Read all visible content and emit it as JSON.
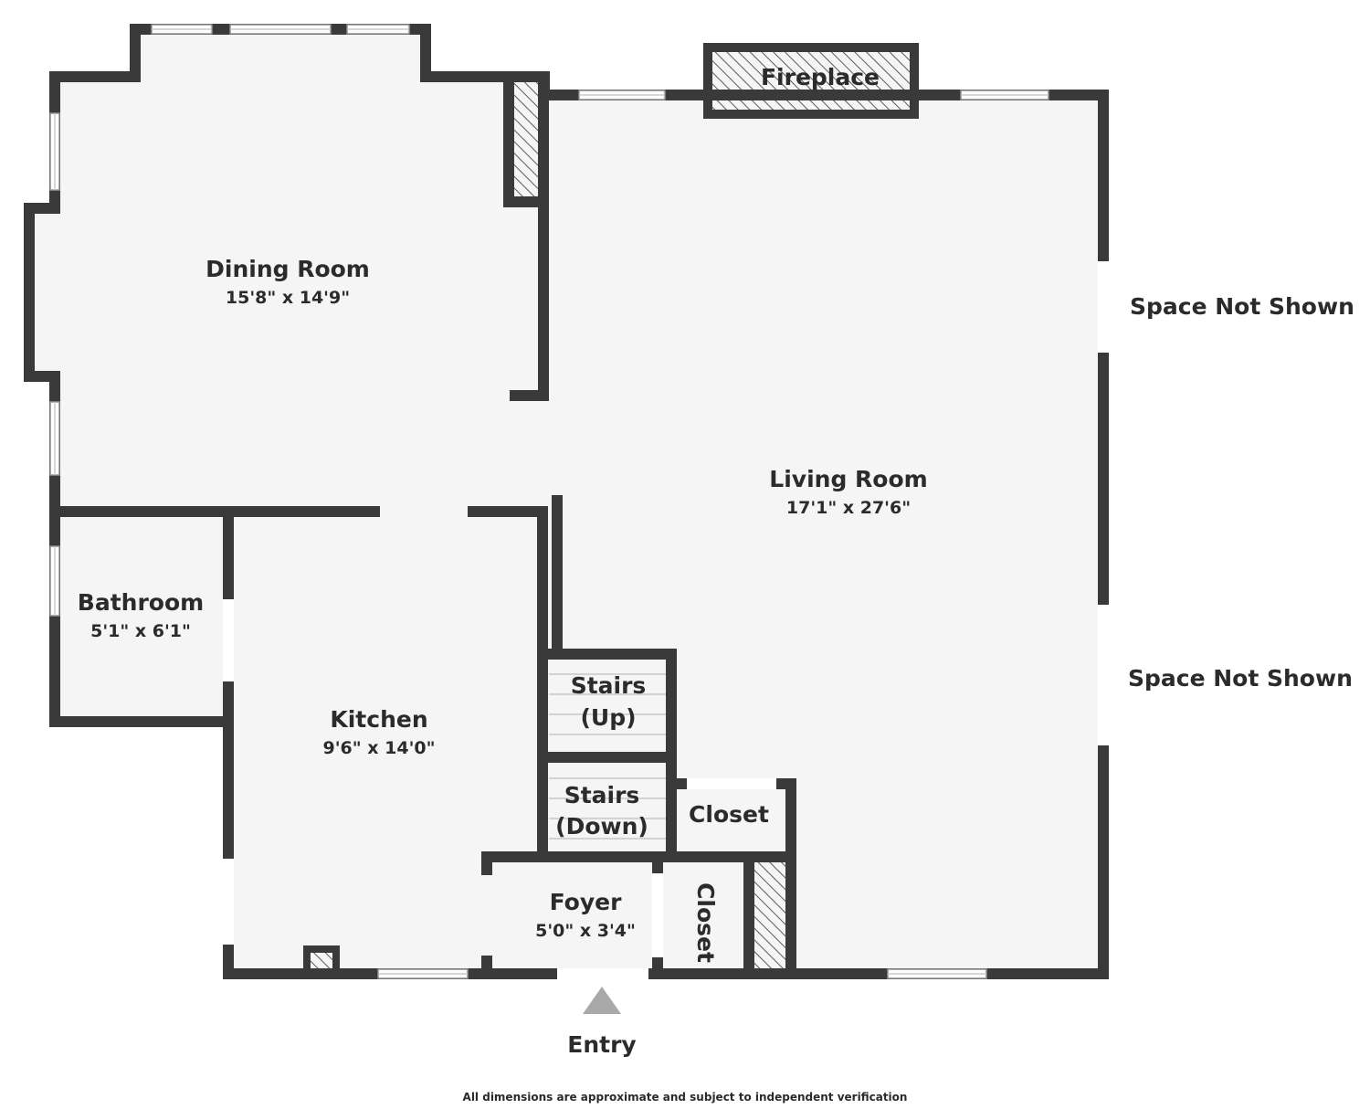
{
  "rooms": {
    "dining": {
      "name": "Dining Room",
      "dims": "15'8\" x 14'9\""
    },
    "living": {
      "name": "Living Room",
      "dims": "17'1\" x 27'6\""
    },
    "bathroom": {
      "name": "Bathroom",
      "dims": "5'1\" x 6'1\""
    },
    "kitchen": {
      "name": "Kitchen",
      "dims": "9'6\" x 14'0\""
    },
    "stairs_up": {
      "line1": "Stairs",
      "line2": "(Up)"
    },
    "stairs_down": {
      "line1": "Stairs",
      "line2": "(Down)"
    },
    "closet_upper": {
      "name": "Closet"
    },
    "closet_lower": {
      "name": "Closet"
    },
    "foyer": {
      "name": "Foyer",
      "dims": "5'0\" x 3'4\""
    },
    "fireplace": {
      "name": "Fireplace"
    }
  },
  "notes": {
    "space_not_shown_top": "Space Not Shown",
    "space_not_shown_bottom": "Space Not Shown",
    "entry": "Entry",
    "disclaimer": "All dimensions are approximate and subject to independent verification"
  },
  "colors": {
    "wall": "#3a3a3a",
    "floor": "#f5f5f5",
    "text": "#2b2b2b",
    "entry_marker": "#a9a9a9",
    "hatch": "#5a5a5a"
  }
}
